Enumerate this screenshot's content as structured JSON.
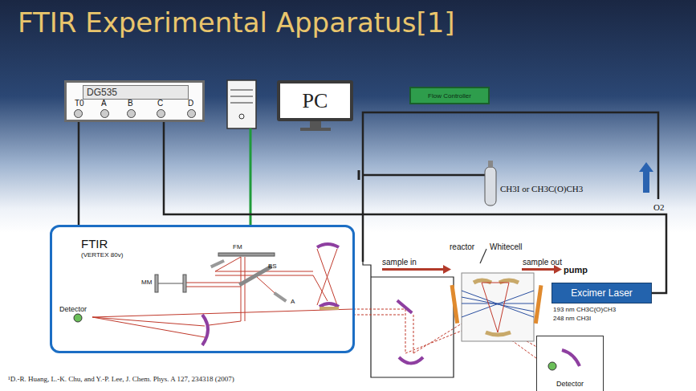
{
  "diagram": {
    "title": "FTIR Experimental Apparatus[1]",
    "caption": "¹D.-R. Huang, L.-K. Chu, and Y.-P. Lee, J. Chem. Phys. A 127, 234318 (2007)",
    "nodes": [
      {
        "text": [
          "DG535",
          "T0",
          "A",
          "B",
          "C",
          "D"
        ]
      },
      {
        "text": [
          "PC"
        ]
      },
      {
        "text": [
          "Flow Controller"
        ]
      },
      {
        "text": [
          "FTIR",
          "(VERTEX 80v)"
        ]
      },
      {
        "text": [
          "Excimer Laser"
        ]
      },
      {
        "text": [
          "Detector"
        ]
      }
    ],
    "edges": [
      {
        "from": 0,
        "to": 3,
        "arrow": "none"
      },
      {
        "from": 0,
        "to": 4,
        "arrow": "none"
      }
    ],
    "labels": [
      "FM",
      "BS",
      "MM",
      "A",
      "Detector",
      "CH3I or CH3C(O)CH3",
      "O2",
      "reactor",
      "Whitecell",
      "sample in",
      "sample out",
      "pump",
      "193 nm CH3C(O)CH3",
      "248 nm CH3I"
    ]
  }
}
